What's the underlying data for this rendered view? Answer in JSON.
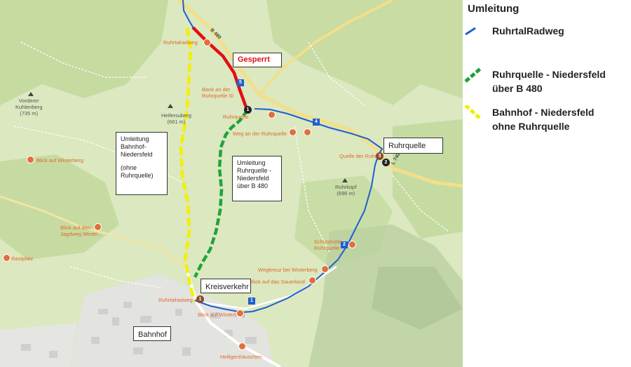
{
  "legend": {
    "title": "Umleitung",
    "items": [
      {
        "label_lines": [
          "RuhrtalRadweg"
        ],
        "color": "#1f5fd0",
        "style": "solid"
      },
      {
        "label_lines": [
          "Ruhrquelle - Niedersfeld",
          "über B 480"
        ],
        "color": "#1fa03a",
        "style": "dashed"
      },
      {
        "label_lines": [
          "Bahnhof - Niedersfeld",
          "ohne Ruhrquelle"
        ],
        "color": "#f2ee00",
        "style": "dashed"
      }
    ]
  },
  "map": {
    "colors": {
      "blue_route": "#1f5fd0",
      "green_route": "#21a33a",
      "yellow_route": "#f4ef00",
      "closed_route": "#e31010",
      "forest": "#c9dea7",
      "meadow": "#e1ecc9",
      "road": "#f7e9a6",
      "town": "#e4e4e4"
    },
    "callouts": {
      "gesperrt": "Gesperrt",
      "ruhrquelle": "Ruhrquelle",
      "kreisverkehr": "Kreisverkehr",
      "bahnhof": "Bahnhof",
      "umleitung_bahnhof": [
        "Umleitung",
        "Bahnhof-",
        "Niedersfeld",
        "",
        "(ohne",
        "Ruhrquelle)"
      ],
      "umleitung_ruhrquelle": [
        "Umleitung",
        "Ruhrquelle -",
        "Niedersfeld",
        "über B 480"
      ]
    },
    "labels": {
      "vorderer_kuhlenberg": [
        "Vorderer",
        "Kuhlenberg",
        "(735 m)"
      ],
      "ruhrkopf": [
        "Ruhrkopf",
        "(696 m)"
      ],
      "heifersuberg": [
        "Heifersuberg",
        "(661 m)"
      ],
      "ruhrtalradweg_north": "Ruhrtalradweg",
      "bank_an_der": [
        "Bank an der",
        "Ruhrquelle Si"
      ],
      "ruhrquelle_mid": "Ruhrquelle",
      "weg_an_der_ruhrquelle": "Weg an der Ruhrquelle",
      "quelle_der_ruhr": "Quelle der Ruhr",
      "blick_winterberg": "Blick auf Winterberg",
      "blick_jagdweg": [
        "Blick auf den",
        "Jagdweg Winter..."
      ],
      "schutzhuette": [
        "Schutzhütte",
        "Ruhrquelle"
      ],
      "wegkreuz": "Wegkreuz bei Winterberg",
      "blick_sauerland": "Blick auf das Sauerland",
      "ruhrtalradweg_south": "Ruhrtalradweg",
      "blick_winterberg_south": "Blick auf Winterberg",
      "heiligenhaeuschen": "Heiligenhäuschen",
      "road_b480": "B 480",
      "road_k": "L 740",
      "rastplatz": "Rastplatz"
    },
    "route_numbers": [
      "1",
      "2",
      "3",
      "4",
      "5"
    ]
  }
}
